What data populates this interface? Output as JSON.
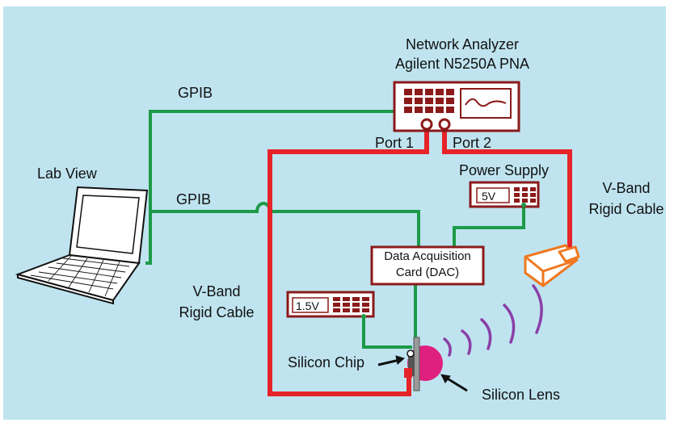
{
  "colors": {
    "background": "#bfe4f0",
    "wire_green": "#1d9a48",
    "cable_red": "#e62328",
    "instrument": "#8b1a1a",
    "horn": "#f07820",
    "waves": "#8a3fa6",
    "lens": "#e0207f"
  },
  "labels": {
    "network_analyzer": "Network Analyzer",
    "analyzer_model": "Agilent N5250A PNA",
    "gpib_top": "GPIB",
    "gpib_middle": "GPIB",
    "lab_view": "Lab View",
    "port1": "Port 1",
    "port2": "Port 2",
    "power_supply": "Power Supply",
    "power_display": "5V",
    "vband_right_line1": "V-Band",
    "vband_right_line2": "Rigid Cable",
    "dac_line1": "Data Acquisition",
    "dac_line2": "Card (DAC)",
    "vband_left_line1": "V-Band",
    "vband_left_line2": "Rigid Cable",
    "bias_display": "1.5V",
    "silicon_chip": "Silicon Chip",
    "silicon_lens": "Silicon Lens"
  },
  "icons": [
    "laptop-icon",
    "horn-antenna-icon",
    "radiation-waves-icon",
    "arrow-icon"
  ]
}
